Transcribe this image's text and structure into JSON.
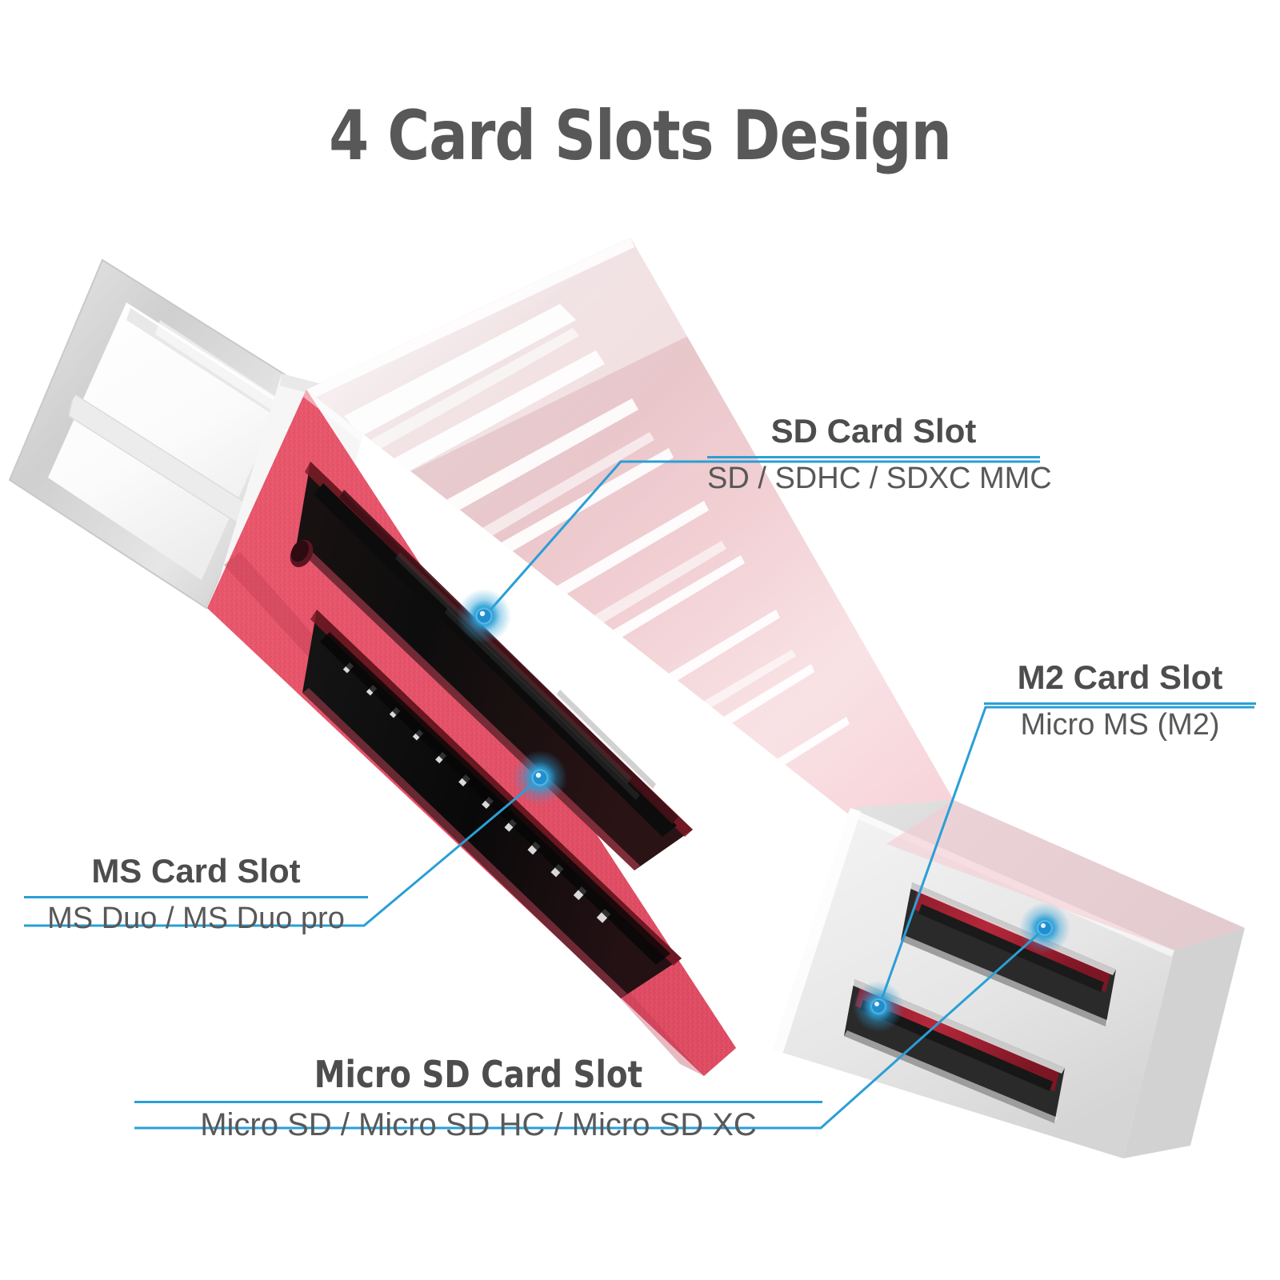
{
  "page": {
    "title": "4 Card Slots Design",
    "background_color": "#ffffff",
    "title_color": "#585858",
    "accent_color": "#2a9fd6"
  },
  "product": {
    "type": "usb-card-reader",
    "body_color": "#e8566a",
    "body_color_dark": "#c63148",
    "end_cap_color": "#e9e9e9",
    "connector_color": "#d8d8d8",
    "slot_color": "#141414"
  },
  "callouts": [
    {
      "id": "sd",
      "heading": "SD Card Slot",
      "subtitle": "SD / SDHC / SDXC MMC",
      "marker_color": "#2a9fd6"
    },
    {
      "id": "m2",
      "heading": "M2 Card Slot",
      "subtitle": "Micro MS  (M2)",
      "marker_color": "#2a9fd6"
    },
    {
      "id": "ms",
      "heading": "MS Card Slot",
      "subtitle": "MS Duo / MS Duo pro",
      "marker_color": "#2a9fd6"
    },
    {
      "id": "micro_sd",
      "heading": "Micro SD Card Slot",
      "subtitle": "Micro SD / Micro SD HC / Micro SD XC",
      "marker_color": "#2a9fd6"
    }
  ]
}
